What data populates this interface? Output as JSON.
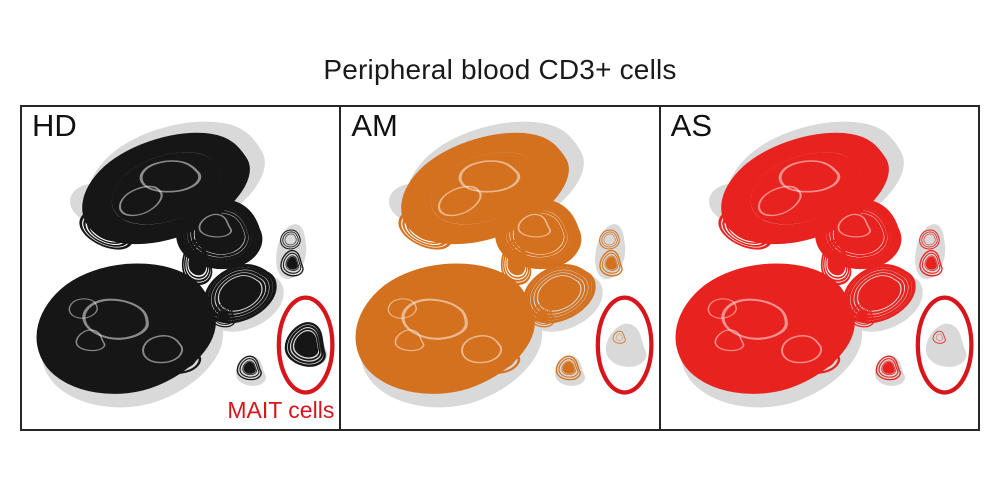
{
  "title": "Peripheral blood CD3+ cells",
  "panels": [
    {
      "label": "HD",
      "color": "#161616",
      "mait_cluster": "dense"
    },
    {
      "label": "AM",
      "color": "#d4711e",
      "mait_cluster": "sparse"
    },
    {
      "label": "AS",
      "color": "#e8231f",
      "mait_cluster": "sparse"
    }
  ],
  "annotation": {
    "label": "MAIT cells"
  },
  "colors": {
    "reference_gray": "#d9d9d9",
    "mait_highlight": "#d6161b",
    "annotation_text": "#d6161b",
    "border": "#262626",
    "background": "#ffffff",
    "title_text": "#1a1a1a"
  },
  "chart_data": {
    "type": "heatmap",
    "subtype": "2D density contour map of a t-SNE/UMAP-style embedding, one panel per donor group",
    "title": "Peripheral blood CD3+ cells",
    "axes": {
      "visible": false,
      "xlabel": "",
      "ylabel": ""
    },
    "legend": "none; gray contours = reference (pooled) density shown behind each group",
    "panels": [
      {
        "label": "HD",
        "contour_color": "#161616",
        "mait_cluster_abundance": "high (dense black contours fill the circled region)"
      },
      {
        "label": "AM",
        "contour_color": "#d4711e",
        "mait_cluster_abundance": "low (circled region mostly gray reference with one small orange ring)"
      },
      {
        "label": "AS",
        "contour_color": "#e8231f",
        "mait_cluster_abundance": "low (circled region mostly gray reference with one small red ring)"
      }
    ],
    "clusters": [
      {
        "name": "large upper T-cell cluster",
        "position": "upper left-center of each panel",
        "present_in": [
          "HD",
          "AM",
          "AS"
        ]
      },
      {
        "name": "large lower-left T-cell cluster",
        "position": "lower left of each panel",
        "present_in": [
          "HD",
          "AM",
          "AS"
        ]
      },
      {
        "name": "mid-right cluster",
        "position": "center-right",
        "present_in": [
          "HD",
          "AM",
          "AS"
        ]
      },
      {
        "name": "small lower-center blob",
        "position": "lower center-right",
        "present_in": [
          "HD",
          "AM",
          "AS"
        ]
      },
      {
        "name": "narrow vertical right blob",
        "position": "mid-right edge",
        "present_in": [
          "HD",
          "AM",
          "AS"
        ]
      },
      {
        "name": "MAIT cells cluster",
        "position": "far lower right, circled in red in all panels",
        "present_in": [
          "HD"
        ],
        "depleted_in": [
          "AM",
          "AS"
        ]
      }
    ],
    "annotations": [
      {
        "text": "MAIT cells",
        "shape": "red ellipse around MAIT cluster",
        "color": "#d6161b",
        "appears_in": "all three panels; text label only in HD panel"
      }
    ]
  }
}
